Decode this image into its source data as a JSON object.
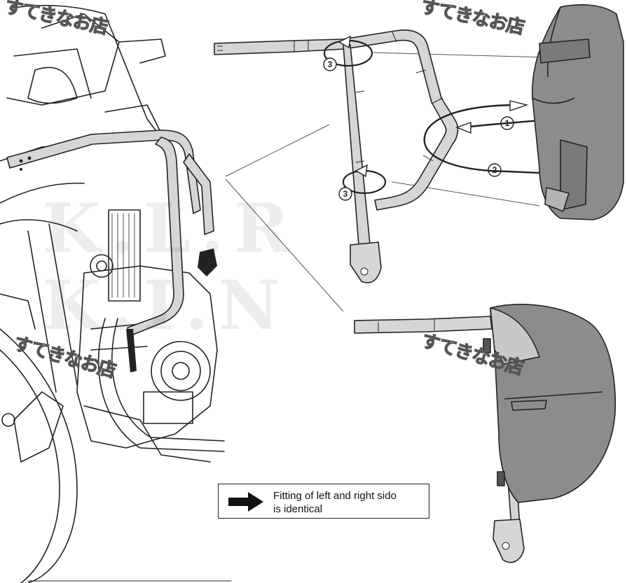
{
  "watermarks": [
    "すてきなお店",
    "すてきなお店",
    "すてきなお店",
    "すてきなお店"
  ],
  "background_marks": [
    "K.L.R",
    "K.I.N"
  ],
  "steps": {
    "strap_top": "3",
    "strap_bottom": "3",
    "step_one": "1",
    "step_two": "2"
  },
  "note": {
    "icon": "right-arrow-icon",
    "text": "Fitting of left and right sido\nis identical"
  },
  "colors": {
    "line": "#222222",
    "bag_fill": "#8c8c8c",
    "bag_light": "#b4b4b4",
    "bar_fill": "#d6d6d6"
  }
}
